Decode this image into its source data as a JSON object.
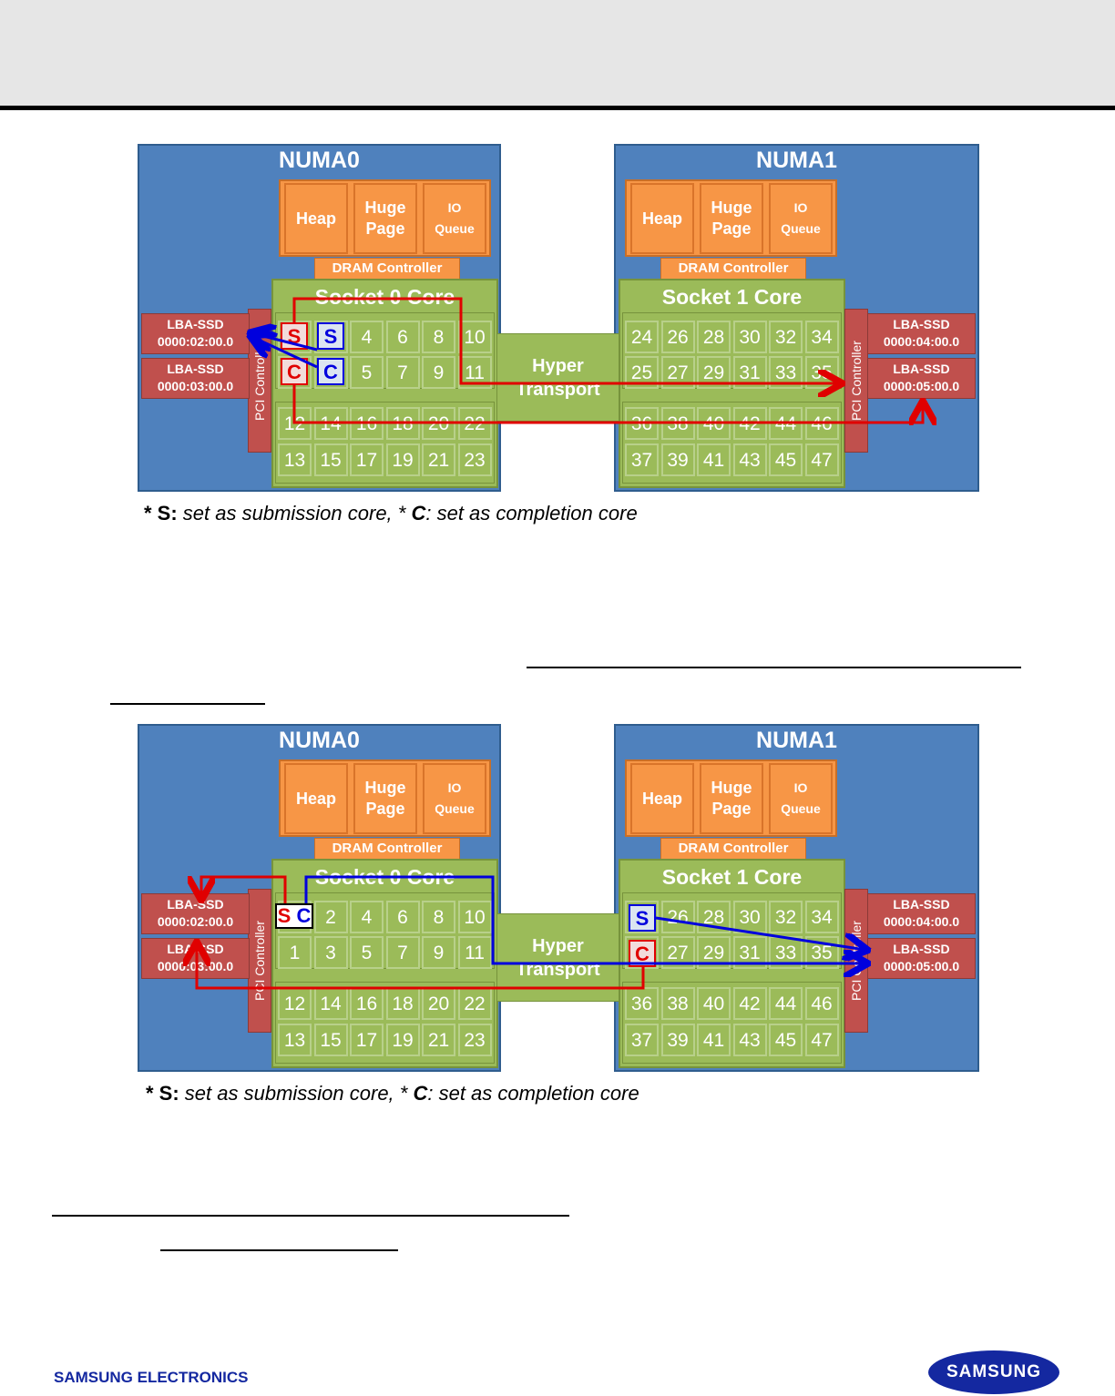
{
  "diagram1": {
    "numa0": {
      "title": "NUMA0",
      "heap": "Heap",
      "huge_page": "Huge\nPage",
      "io_queue": "IO\nQueue",
      "dram": "DRAM Controller",
      "socket": "Socket 0 Core",
      "pci": "PCI Controller",
      "ssd_top": "LBA-SSD\n0000:02:00.0",
      "ssd_bottom": "LBA-SSD\n0000:03:00.0",
      "cores": [
        [
          "S",
          "S",
          "4",
          "6",
          "8",
          "10"
        ],
        [
          "C",
          "C",
          "5",
          "7",
          "9",
          "11"
        ],
        [
          "12",
          "14",
          "16",
          "18",
          "20",
          "22"
        ],
        [
          "13",
          "15",
          "17",
          "19",
          "21",
          "23"
        ]
      ]
    },
    "numa1": {
      "title": "NUMA1",
      "heap": "Heap",
      "huge_page": "Huge\nPage",
      "io_queue": "IO\nQueue",
      "dram": "DRAM Controller",
      "socket": "Socket 1 Core",
      "pci": "PCI Controller",
      "ssd_top": "LBA-SSD\n0000:04:00.0",
      "ssd_bottom": "LBA-SSD\n0000:05:00.0",
      "cores": [
        [
          "24",
          "26",
          "28",
          "30",
          "32",
          "34"
        ],
        [
          "25",
          "27",
          "29",
          "31",
          "33",
          "35"
        ],
        [
          "36",
          "38",
          "40",
          "42",
          "44",
          "46"
        ],
        [
          "37",
          "39",
          "41",
          "43",
          "45",
          "47"
        ]
      ]
    },
    "hyper": "Hyper\nTransport",
    "caption": {
      "s_key": "* S:",
      "s_text": " set as submission core, * ",
      "c_key": "C",
      "c_text": ": set as completion core"
    },
    "tag_colors": {
      "red": "#e00000",
      "blue": "#0000dd"
    }
  },
  "diagram2": {
    "numa0": {
      "title": "NUMA0",
      "heap": "Heap",
      "huge_page": "Huge\nPage",
      "io_queue": "IO\nQueue",
      "dram": "DRAM Controller",
      "socket": "Socket 0 Core",
      "pci": "PCI Controller",
      "ssd_top": "LBA-SSD\n0000:02:00.0",
      "ssd_bottom": "LBA-SSD\n0000:03:00.0",
      "cores": [
        [
          "SC",
          "2",
          "4",
          "6",
          "8",
          "10"
        ],
        [
          "1",
          "3",
          "5",
          "7",
          "9",
          "11"
        ],
        [
          "12",
          "14",
          "16",
          "18",
          "20",
          "22"
        ],
        [
          "13",
          "15",
          "17",
          "19",
          "21",
          "23"
        ]
      ]
    },
    "numa1": {
      "title": "NUMA1",
      "heap": "Heap",
      "huge_page": "Huge\nPage",
      "io_queue": "IO\nQueue",
      "dram": "DRAM Controller",
      "socket": "Socket 1 Core",
      "pci": "PCI Controller",
      "ssd_top": "LBA-SSD\n0000:04:00.0",
      "ssd_bottom": "LBA-SSD\n0000:05:00.0",
      "cores": [
        [
          "S",
          "26",
          "28",
          "30",
          "32",
          "34"
        ],
        [
          "C",
          "27",
          "29",
          "31",
          "33",
          "35"
        ],
        [
          "36",
          "38",
          "40",
          "42",
          "44",
          "46"
        ],
        [
          "37",
          "39",
          "41",
          "43",
          "45",
          "47"
        ]
      ]
    },
    "hyper": "Hyper\nTransport",
    "caption": {
      "s_key": "* S:",
      "s_text": " set as submission core, * ",
      "c_key": "C",
      "c_text": ": set as completion core"
    }
  },
  "footer": {
    "brand": "SAMSUNG ELECTRONICS",
    "logo": "SAMSUNG"
  }
}
